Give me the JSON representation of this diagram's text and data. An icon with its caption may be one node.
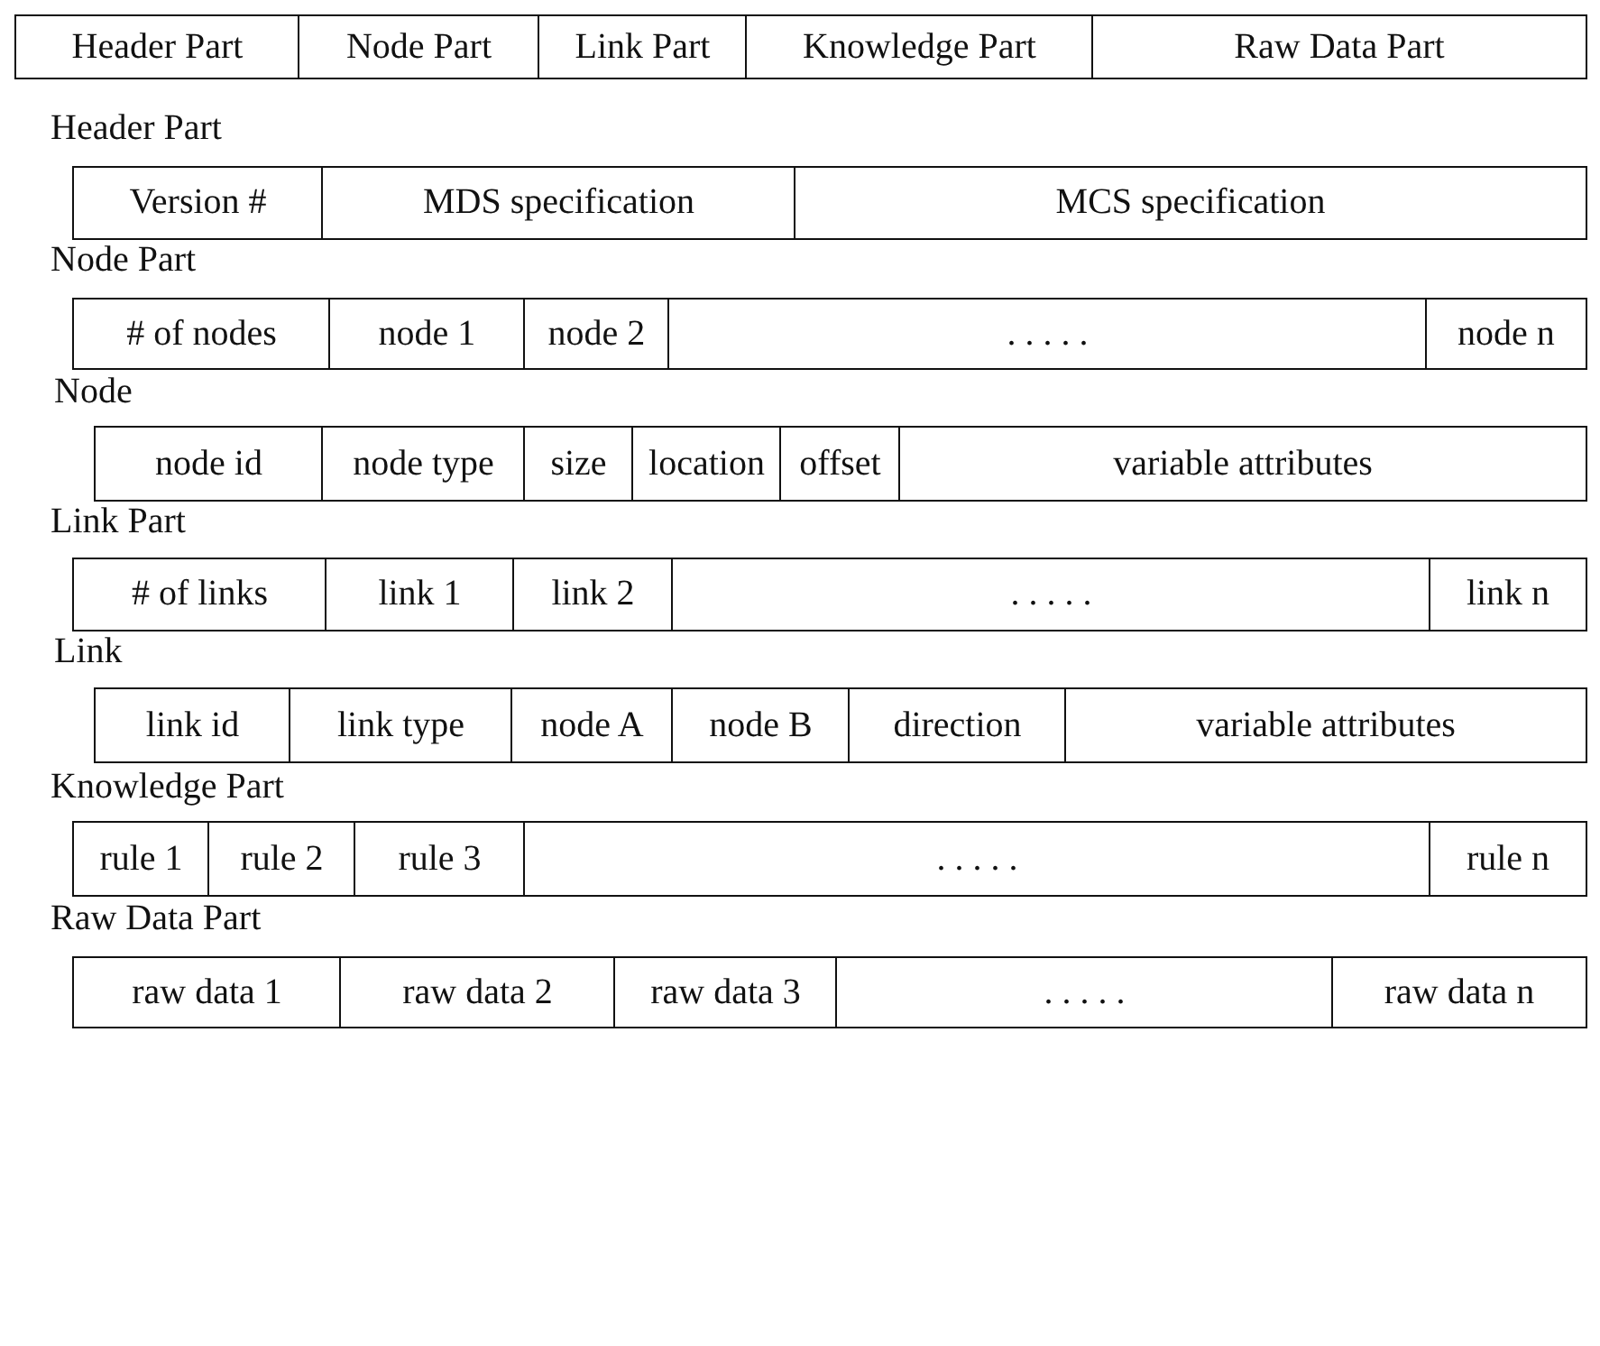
{
  "diagram": {
    "nodes": [
      {
        "text": [
          "Header Part"
        ]
      },
      {
        "text": [
          "Node Part"
        ]
      },
      {
        "text": [
          "Link Part"
        ]
      },
      {
        "text": [
          "Knowledge Part"
        ]
      },
      {
        "text": [
          "Raw Data Part"
        ]
      },
      {
        "text": [
          "Version #"
        ]
      },
      {
        "text": [
          "MDS specification"
        ]
      },
      {
        "text": [
          "MCS specification"
        ]
      },
      {
        "text": [
          "# of nodes"
        ]
      },
      {
        "text": [
          "node 1"
        ]
      },
      {
        "text": [
          "node 2"
        ]
      },
      {
        "text": [
          ". . . . ."
        ]
      },
      {
        "text": [
          "node n"
        ]
      },
      {
        "text": [
          "node id"
        ]
      },
      {
        "text": [
          "node type"
        ]
      },
      {
        "text": [
          "size"
        ]
      },
      {
        "text": [
          "location"
        ]
      },
      {
        "text": [
          "offset"
        ]
      },
      {
        "text": [
          "variable attributes"
        ]
      },
      {
        "text": [
          "# of links"
        ]
      },
      {
        "text": [
          "link 1"
        ]
      },
      {
        "text": [
          "link 2"
        ]
      },
      {
        "text": [
          ". . . . ."
        ]
      },
      {
        "text": [
          "link n"
        ]
      },
      {
        "text": [
          "link id"
        ]
      },
      {
        "text": [
          "link type"
        ]
      },
      {
        "text": [
          "node A"
        ]
      },
      {
        "text": [
          "node B"
        ]
      },
      {
        "text": [
          "direction"
        ]
      },
      {
        "text": [
          "variable attributes"
        ]
      },
      {
        "text": [
          "rule 1"
        ]
      },
      {
        "text": [
          "rule 2"
        ]
      },
      {
        "text": [
          "rule 3"
        ]
      },
      {
        "text": [
          ". . . . ."
        ]
      },
      {
        "text": [
          "rule n"
        ]
      },
      {
        "text": [
          "raw data 1"
        ]
      },
      {
        "text": [
          "raw data 2"
        ]
      },
      {
        "text": [
          "raw data 3"
        ]
      },
      {
        "text": [
          ". . . . ."
        ]
      },
      {
        "text": [
          "raw data n"
        ]
      }
    ],
    "edges": [],
    "labels": [
      "Header Part",
      "Node Part",
      "Node",
      "Link Part",
      "Link",
      "Knowledge Part",
      "Raw Data Part"
    ]
  }
}
